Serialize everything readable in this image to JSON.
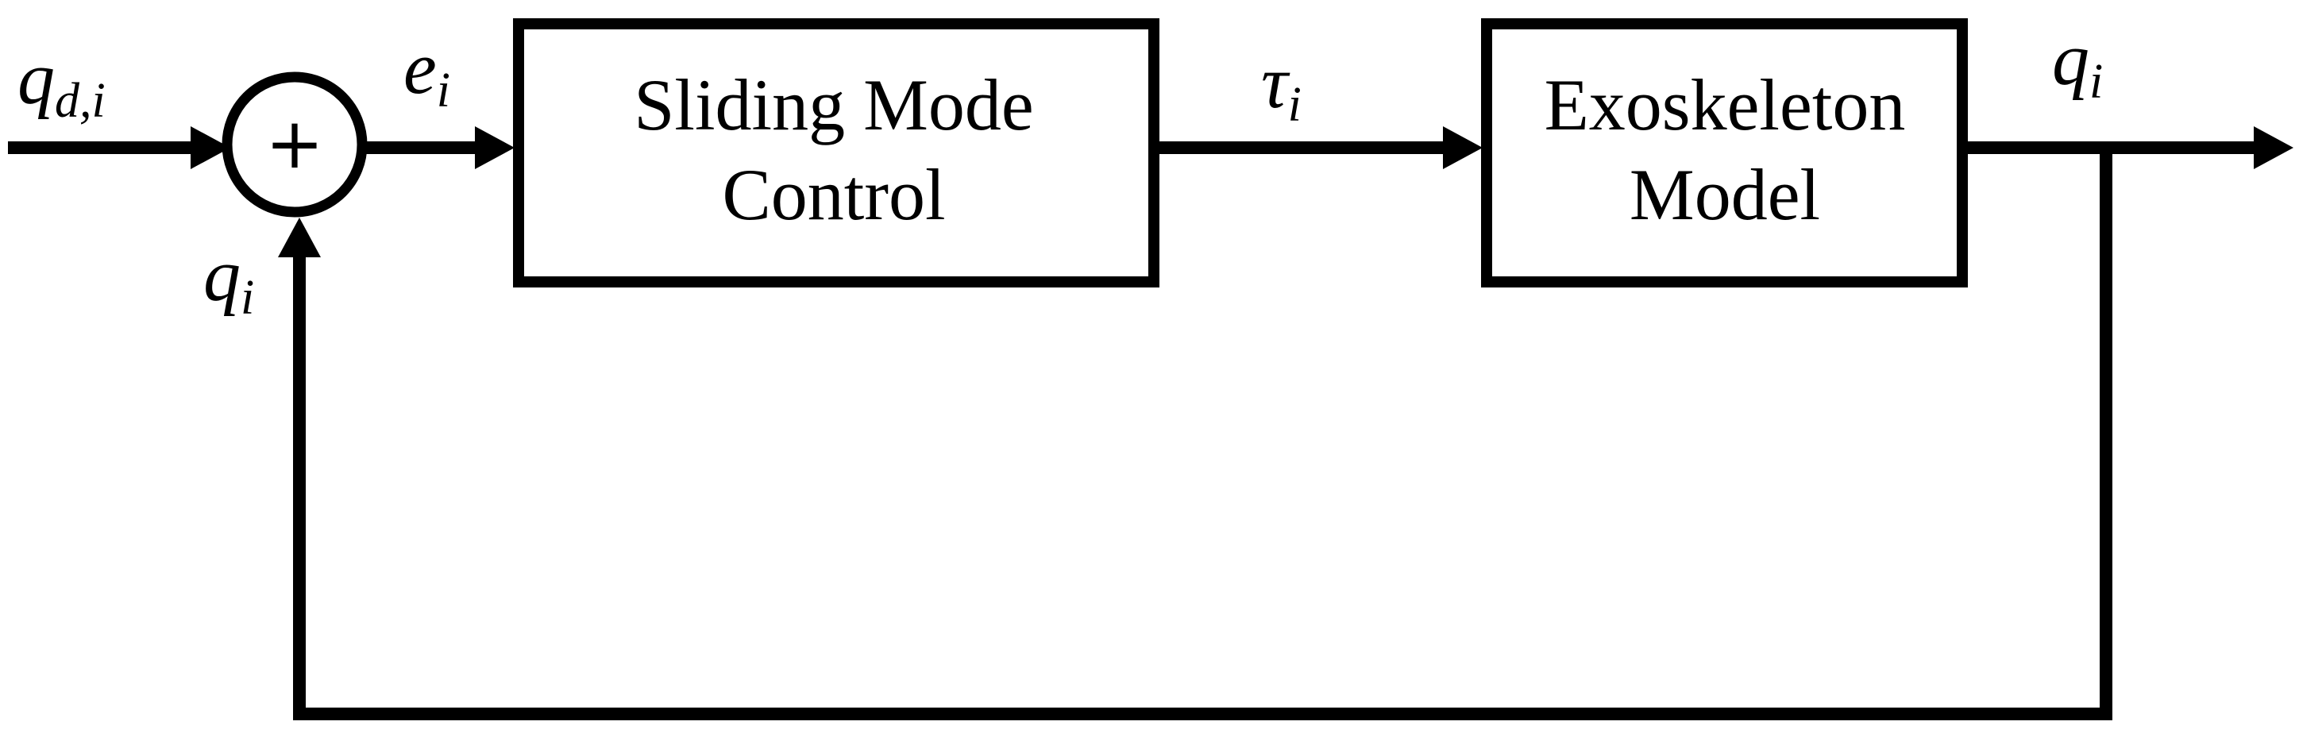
{
  "diagram": {
    "colors": {
      "stroke": "#000000",
      "background": "#ffffff",
      "text": "#000000"
    },
    "summing_junction": {
      "operator": "+"
    },
    "signals": {
      "input": {
        "base": "q",
        "sub": "d,i"
      },
      "error": {
        "base": "e",
        "sub": "i"
      },
      "torque": {
        "base": "τ",
        "sub": "i"
      },
      "output": {
        "base": "q",
        "sub": "i"
      },
      "feedback": {
        "base": "q",
        "sub": "i"
      }
    },
    "blocks": {
      "controller": {
        "line1": "Sliding Mode",
        "line2": "Control"
      },
      "plant": {
        "line1": "Exoskeleton",
        "line2": "Model"
      }
    }
  }
}
